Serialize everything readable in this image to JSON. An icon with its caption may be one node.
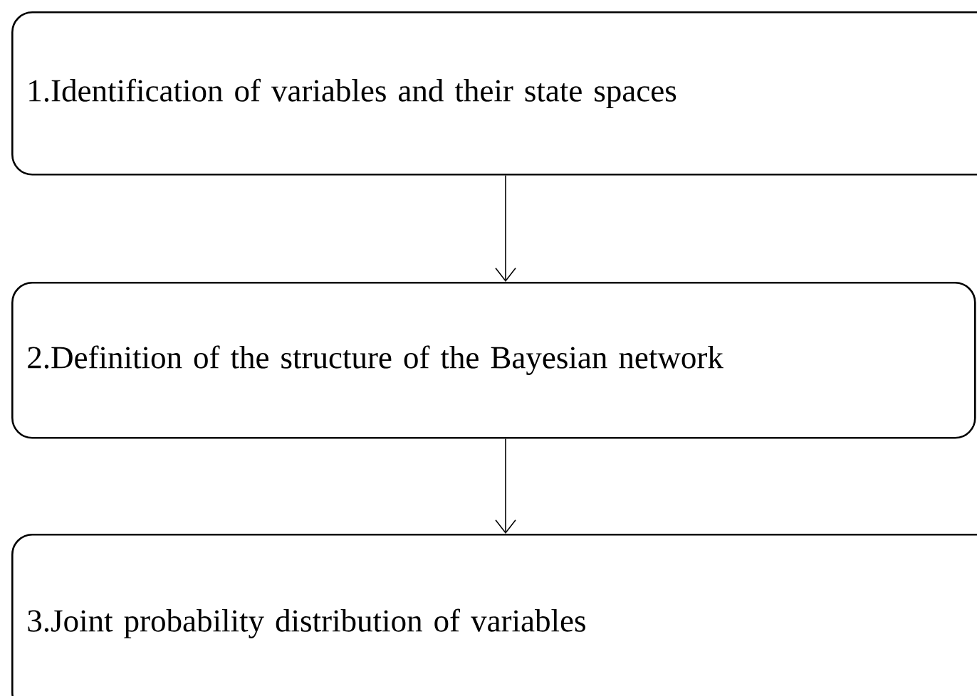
{
  "diagram": {
    "nodes": [
      {
        "text": [
          "1.Identification of variables and their state spaces"
        ]
      },
      {
        "text": [
          "2.Definition of the structure of the Bayesian network"
        ]
      },
      {
        "text": [
          "3.Joint probability distribution of variables"
        ]
      }
    ],
    "edges": [
      {
        "from": 0,
        "to": 1,
        "arrow": "to"
      },
      {
        "from": 1,
        "to": 2,
        "arrow": "to"
      }
    ]
  }
}
